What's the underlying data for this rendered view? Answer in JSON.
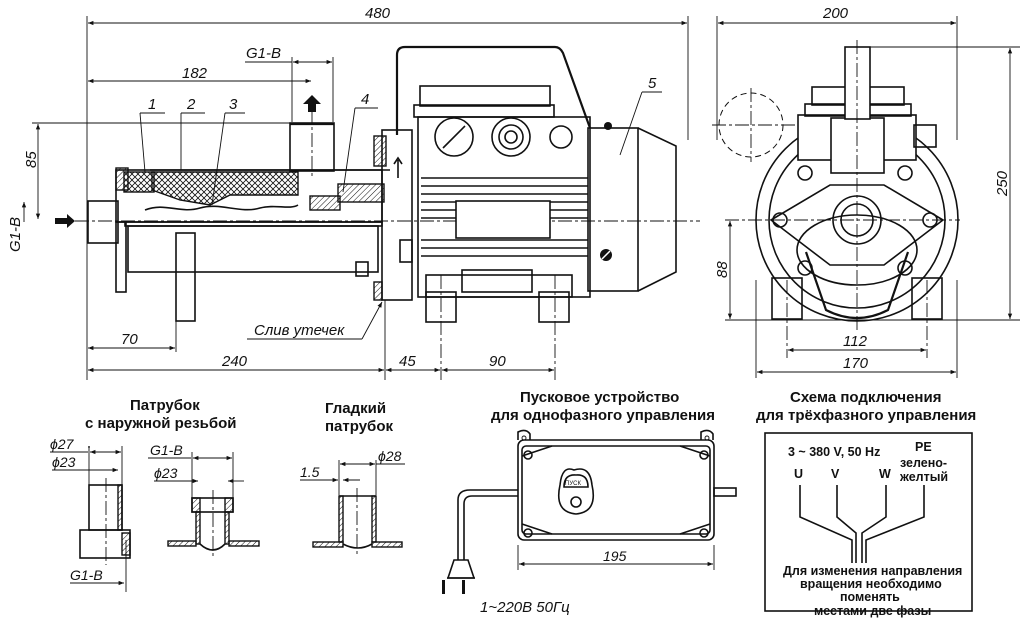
{
  "drawing": {
    "side_view": {
      "dimensions": {
        "overall_length": "480",
        "to_outlet": "182",
        "outlet_thread": "G1-B",
        "outlet_height": "85",
        "inlet_thread": "G1-B",
        "to_support": "70",
        "pump_length": "240",
        "flange_to_foot": "45",
        "foot_spacing": "90"
      },
      "callouts": [
        "1",
        "2",
        "3",
        "4",
        "5"
      ],
      "leak_drain_label": "Слив утечек"
    },
    "front_view": {
      "dimensions": {
        "width": "200",
        "height": "250",
        "axis_height": "88",
        "foot_holes": "112",
        "base_width": "170"
      }
    },
    "threaded_nozzle": {
      "title_line1": "Патрубок",
      "title_line2": "с наружной резьбой",
      "dims": {
        "d27": "ϕ27",
        "d23_a": "ϕ23",
        "thread_a": "G1-B",
        "thread_b": "G1-B",
        "d23_b": "ϕ23"
      }
    },
    "smooth_nozzle": {
      "title_line1": "Гладкий",
      "title_line2": "патрубок",
      "dims": {
        "wall": "1.5",
        "d28": "ϕ28"
      }
    },
    "starter": {
      "title_line1": "Пусковое устройство",
      "title_line2": "для однофазного управления",
      "button_label": "ПУСК",
      "width_dim": "195",
      "power_label": "1~220В 50Гц"
    },
    "wiring": {
      "title_line1": "Схема подключения",
      "title_line2": "для трёхфазного управления",
      "supply": "3 ~ 380 V,  50 Hz",
      "pe_label": "PE",
      "pe_color_line1": "зелено-",
      "pe_color_line2": "желтый",
      "phases": [
        "U",
        "V",
        "W"
      ],
      "note_line1": "Для изменения направления",
      "note_line2": "вращения необходимо",
      "note_line3": "поменять",
      "note_line4": "местами две фазы"
    }
  }
}
